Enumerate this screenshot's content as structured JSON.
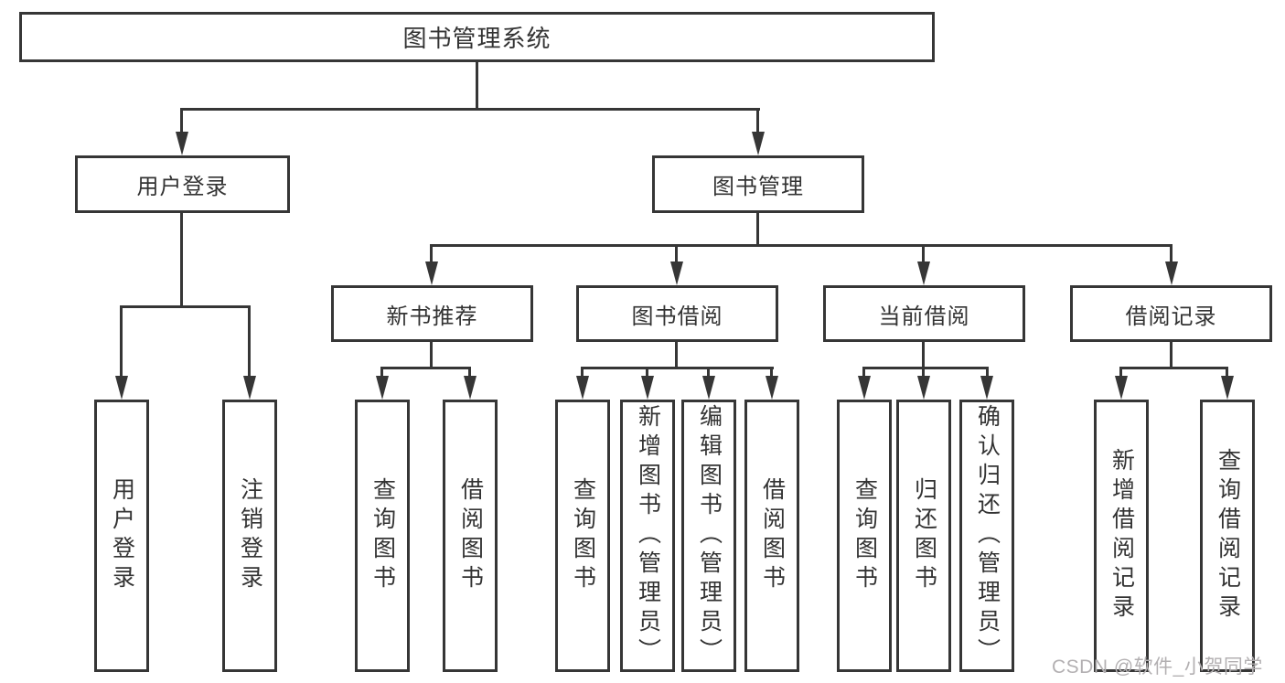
{
  "diagram_title": "图书管理系统",
  "colors": {
    "line": "#363636",
    "text": "#333333",
    "background": "#ffffff",
    "watermark": "#b3b0b2"
  },
  "nodes": {
    "root": {
      "label": "图书管理系统"
    },
    "level2": [
      {
        "label": "用户登录"
      },
      {
        "label": "图书管理"
      }
    ],
    "level3": [
      {
        "label": "新书推荐"
      },
      {
        "label": "图书借阅"
      },
      {
        "label": "当前借阅"
      },
      {
        "label": "借阅记录"
      }
    ],
    "leaves": [
      {
        "label": "用户登录"
      },
      {
        "label": "注销登录"
      },
      {
        "label": "查询图书"
      },
      {
        "label": "借阅图书"
      },
      {
        "label": "查询图书"
      },
      {
        "label": "新增图书（管理员）"
      },
      {
        "label": "编辑图书（管理员）"
      },
      {
        "label": "借阅图书"
      },
      {
        "label": "查询图书"
      },
      {
        "label": "归还图书"
      },
      {
        "label": "确认归还（管理员）"
      },
      {
        "label": "新增借阅记录"
      },
      {
        "label": "查询借阅记录"
      }
    ]
  },
  "watermark": {
    "text": "CSDN @软件_小贺同学"
  }
}
